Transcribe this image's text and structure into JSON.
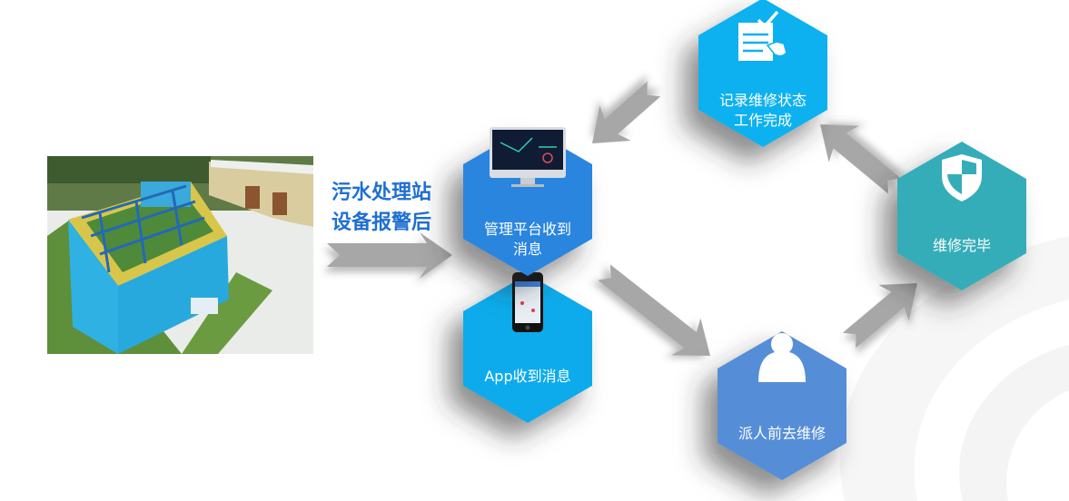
{
  "intro": {
    "line1": "污水处理站",
    "line2": "设备报警后"
  },
  "steps": [
    {
      "id": "platform",
      "lines": [
        "管理平台收到",
        "消息"
      ],
      "icon": "monitor-icon",
      "color": "#2a85df"
    },
    {
      "id": "app",
      "lines": [
        "App收到消息"
      ],
      "icon": "smartphone-icon",
      "color": "#0aabeb"
    },
    {
      "id": "dispatch",
      "lines": [
        "派人前去维修"
      ],
      "icon": "person-icon",
      "color": "#558ed6"
    },
    {
      "id": "complete",
      "lines": [
        "维修完毕"
      ],
      "icon": "shield-icon",
      "color": "#35adb8"
    },
    {
      "id": "record",
      "lines": [
        "记录维修状态",
        "工作完成"
      ],
      "icon": "clipboard-check-icon",
      "color": "#0bb1ef"
    }
  ],
  "colors": {
    "arrow": "#a7a7a7",
    "intro_text": "#1f6fd1"
  }
}
